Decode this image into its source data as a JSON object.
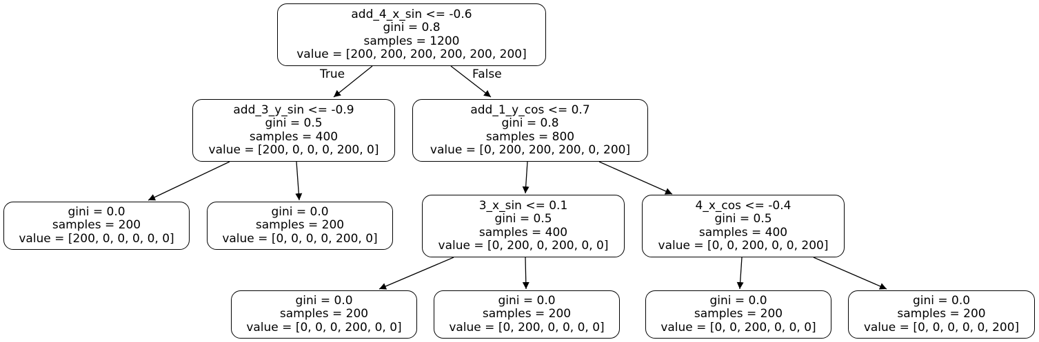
{
  "nodes": {
    "n0": {
      "split": "add_4_x_sin <= -0.6",
      "gini": "gini = 0.8",
      "samples": "samples = 1200",
      "value": "value = [200, 200, 200, 200, 200, 200]"
    },
    "n1": {
      "split": "add_3_y_sin <= -0.9",
      "gini": "gini = 0.5",
      "samples": "samples = 400",
      "value": "value = [200, 0, 0, 0, 200, 0]"
    },
    "n2": {
      "gini": "gini = 0.0",
      "samples": "samples = 200",
      "value": "value = [200, 0, 0, 0, 0, 0]"
    },
    "n3": {
      "gini": "gini = 0.0",
      "samples": "samples = 200",
      "value": "value = [0, 0, 0, 0, 200, 0]"
    },
    "n4": {
      "split": "add_1_y_cos <= 0.7",
      "gini": "gini = 0.8",
      "samples": "samples = 800",
      "value": "value = [0, 200, 200, 200, 0, 200]"
    },
    "n5": {
      "split": "3_x_sin <= 0.1",
      "gini": "gini = 0.5",
      "samples": "samples = 400",
      "value": "value = [0, 200, 0, 200, 0, 0]"
    },
    "n6": {
      "gini": "gini = 0.0",
      "samples": "samples = 200",
      "value": "value = [0, 0, 0, 200, 0, 0]"
    },
    "n7": {
      "gini": "gini = 0.0",
      "samples": "samples = 200",
      "value": "value = [0, 200, 0, 0, 0, 0]"
    },
    "n8": {
      "split": "4_x_cos <= -0.4",
      "gini": "gini = 0.5",
      "samples": "samples = 400",
      "value": "value = [0, 0, 200, 0, 0, 200]"
    },
    "n9": {
      "gini": "gini = 0.0",
      "samples": "samples = 200",
      "value": "value = [0, 0, 200, 0, 0, 0]"
    },
    "n10": {
      "gini": "gini = 0.0",
      "samples": "samples = 200",
      "value": "value = [0, 0, 0, 0, 0, 200]"
    }
  },
  "edge_labels": {
    "true_label": "True",
    "false_label": "False"
  },
  "colors": {
    "stroke": "#000000",
    "node_fill": "#ffffff",
    "background": "#ffffff"
  }
}
